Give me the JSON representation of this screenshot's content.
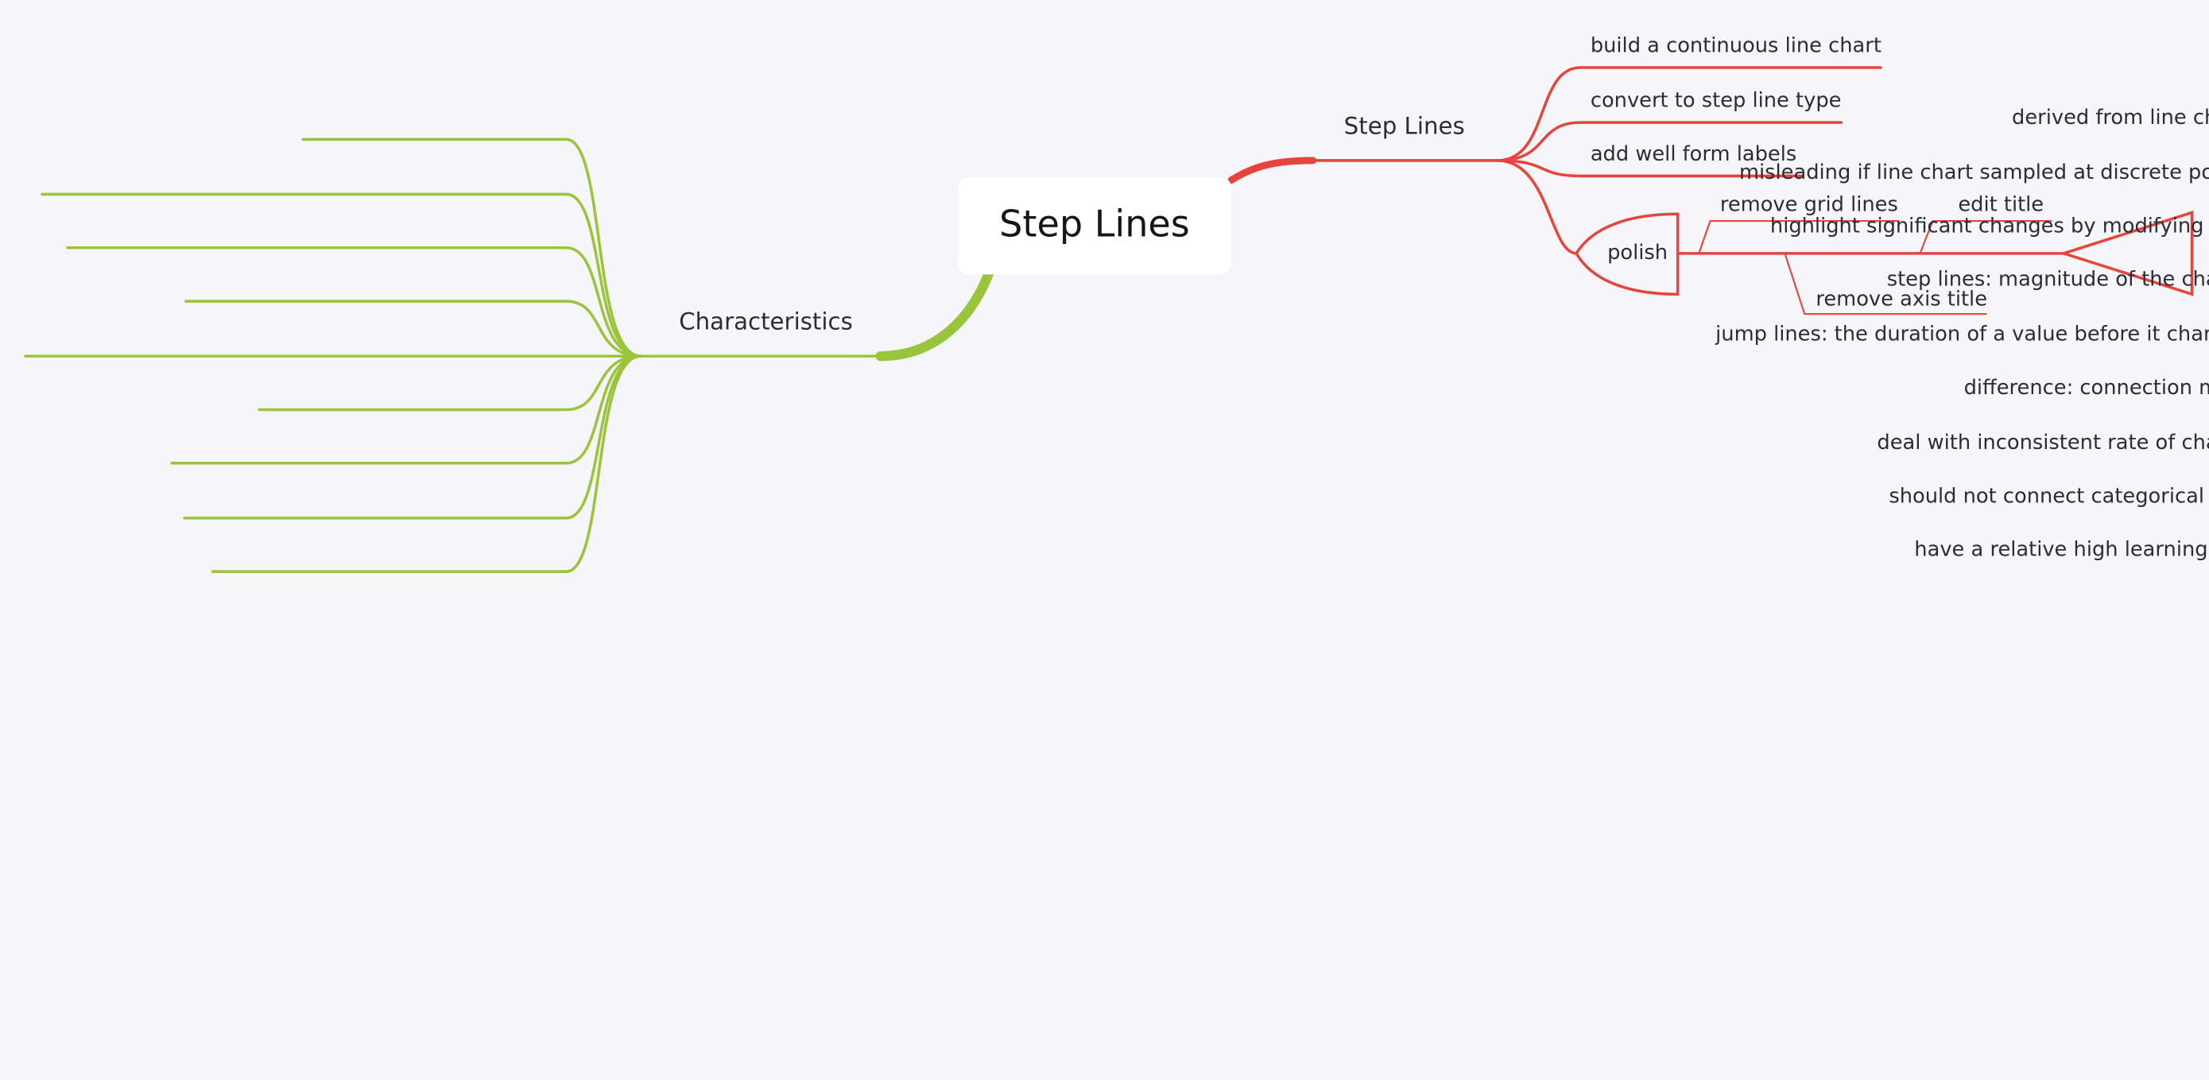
{
  "root": {
    "title": "Step Lines"
  },
  "colors": {
    "background": "#f6f5f9",
    "left_branch": "#9bc43d",
    "right_branch": "#e6453c",
    "text": "#2c2c38"
  },
  "branches": {
    "characteristics": {
      "label": "Characteristics",
      "items": [
        "derived from line charts",
        "misleading if line chart sampled at discrete points",
        "highlight significant changes by modifying path",
        "step lines: magnitude of the change",
        "jump lines: the duration of a value before it changes",
        "difference: connection mode",
        "deal with inconsistent rate of change",
        "should not connect categorical data",
        "have a relative high learning cost"
      ]
    },
    "step_lines": {
      "label": "Step Lines",
      "items": [
        "build a continuous line chart",
        "convert to step line type",
        "add well form labels"
      ],
      "polish": {
        "label": "polish",
        "items": [
          "remove grid lines",
          "edit title",
          "remove axis title"
        ]
      }
    }
  }
}
